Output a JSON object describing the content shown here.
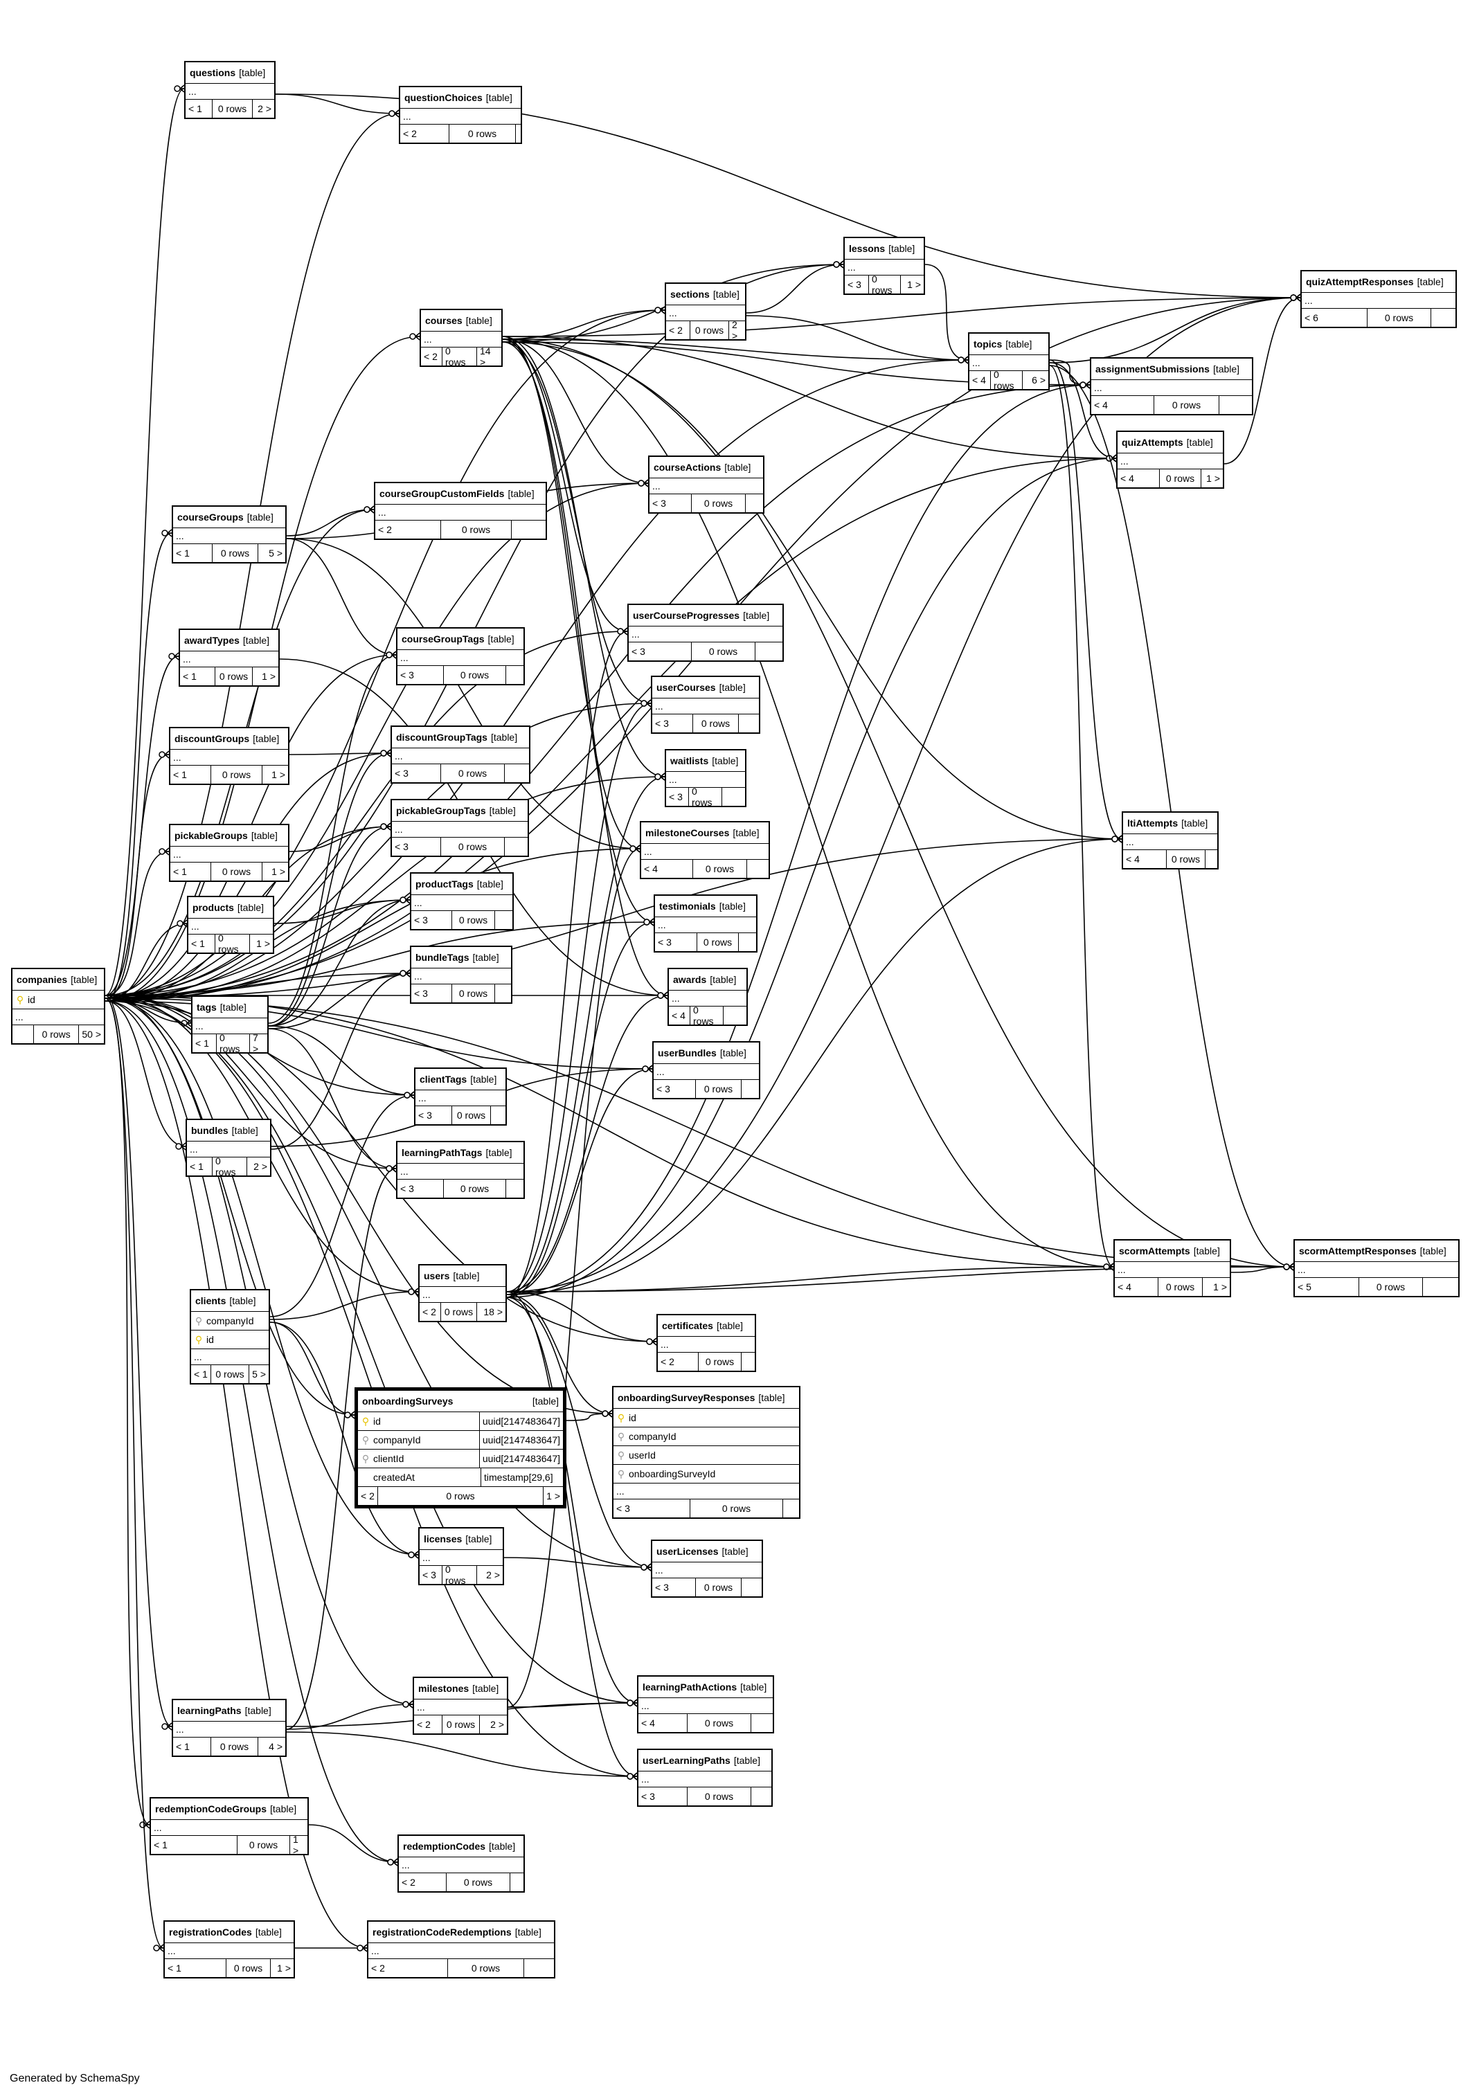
{
  "generator": "Generated by SchemaSpy",
  "table_type_label": "[table]",
  "tables": [
    {
      "id": "questions",
      "name": "questions",
      "fa": "< 1",
      "fb": "0 rows",
      "fc": "2 >"
    },
    {
      "id": "questionChoices",
      "name": "questionChoices",
      "fa": "< 2",
      "fb": "0 rows",
      "fc": ""
    },
    {
      "id": "lessons",
      "name": "lessons",
      "fa": "< 3",
      "fb": "0 rows",
      "fc": "1 >"
    },
    {
      "id": "sections",
      "name": "sections",
      "fa": "< 2",
      "fb": "0 rows",
      "fc": "2 >"
    },
    {
      "id": "courses",
      "name": "courses",
      "fa": "< 2",
      "fb": "0 rows",
      "fc": "14 >"
    },
    {
      "id": "topics",
      "name": "topics",
      "fa": "< 4",
      "fb": "0 rows",
      "fc": "6 >"
    },
    {
      "id": "quizAttemptResponses",
      "name": "quizAttemptResponses",
      "fa": "< 6",
      "fb": "0 rows",
      "fc": ""
    },
    {
      "id": "assignmentSubmissions",
      "name": "assignmentSubmissions",
      "fa": "< 4",
      "fb": "0 rows",
      "fc": ""
    },
    {
      "id": "quizAttempts",
      "name": "quizAttempts",
      "fa": "< 4",
      "fb": "0 rows",
      "fc": "1 >"
    },
    {
      "id": "courseActions",
      "name": "courseActions",
      "fa": "< 3",
      "fb": "0 rows",
      "fc": ""
    },
    {
      "id": "courseGroupCustomFields",
      "name": "courseGroupCustomFields",
      "fa": "< 2",
      "fb": "0 rows",
      "fc": ""
    },
    {
      "id": "courseGroups",
      "name": "courseGroups",
      "fa": "< 1",
      "fb": "0 rows",
      "fc": "5 >"
    },
    {
      "id": "userCourseProgresses",
      "name": "userCourseProgresses",
      "fa": "< 3",
      "fb": "0 rows",
      "fc": ""
    },
    {
      "id": "awardTypes",
      "name": "awardTypes",
      "fa": "< 1",
      "fb": "0 rows",
      "fc": "1 >"
    },
    {
      "id": "courseGroupTags",
      "name": "courseGroupTags",
      "fa": "< 3",
      "fb": "0 rows",
      "fc": ""
    },
    {
      "id": "userCourses",
      "name": "userCourses",
      "fa": "< 3",
      "fb": "0 rows",
      "fc": ""
    },
    {
      "id": "discountGroups",
      "name": "discountGroups",
      "fa": "< 1",
      "fb": "0 rows",
      "fc": "1 >"
    },
    {
      "id": "discountGroupTags",
      "name": "discountGroupTags",
      "fa": "< 3",
      "fb": "0 rows",
      "fc": ""
    },
    {
      "id": "waitlists",
      "name": "waitlists",
      "fa": "< 3",
      "fb": "0 rows",
      "fc": ""
    },
    {
      "id": "pickableGroupTags",
      "name": "pickableGroupTags",
      "fa": "< 3",
      "fb": "0 rows",
      "fc": ""
    },
    {
      "id": "milestoneCourses",
      "name": "milestoneCourses",
      "fa": "< 4",
      "fb": "0 rows",
      "fc": ""
    },
    {
      "id": "pickableGroups",
      "name": "pickableGroups",
      "fa": "< 1",
      "fb": "0 rows",
      "fc": "1 >"
    },
    {
      "id": "ltiAttempts",
      "name": "ltiAttempts",
      "fa": "< 4",
      "fb": "0 rows",
      "fc": ""
    },
    {
      "id": "productTags",
      "name": "productTags",
      "fa": "< 3",
      "fb": "0 rows",
      "fc": ""
    },
    {
      "id": "products",
      "name": "products",
      "fa": "< 1",
      "fb": "0 rows",
      "fc": "1 >"
    },
    {
      "id": "testimonials",
      "name": "testimonials",
      "fa": "< 3",
      "fb": "0 rows",
      "fc": ""
    },
    {
      "id": "bundleTags",
      "name": "bundleTags",
      "fa": "< 3",
      "fb": "0 rows",
      "fc": ""
    },
    {
      "id": "awards",
      "name": "awards",
      "fa": "< 4",
      "fb": "0 rows",
      "fc": ""
    },
    {
      "id": "tags",
      "name": "tags",
      "fa": "< 1",
      "fb": "0 rows",
      "fc": "7 >"
    },
    {
      "id": "userBundles",
      "name": "userBundles",
      "fa": "< 3",
      "fb": "0 rows",
      "fc": ""
    },
    {
      "id": "clientTags",
      "name": "clientTags",
      "fa": "< 3",
      "fb": "0 rows",
      "fc": ""
    },
    {
      "id": "bundles",
      "name": "bundles",
      "fa": "< 1",
      "fb": "0 rows",
      "fc": "2 >"
    },
    {
      "id": "learningPathTags",
      "name": "learningPathTags",
      "fa": "< 3",
      "fb": "0 rows",
      "fc": ""
    },
    {
      "id": "scormAttempts",
      "name": "scormAttempts",
      "fa": "< 4",
      "fb": "0 rows",
      "fc": "1 >"
    },
    {
      "id": "scormAttemptResponses",
      "name": "scormAttemptResponses",
      "fa": "< 5",
      "fb": "0 rows",
      "fc": ""
    },
    {
      "id": "users",
      "name": "users",
      "fa": "< 2",
      "fb": "0 rows",
      "fc": "18 >"
    },
    {
      "id": "certificates",
      "name": "certificates",
      "fa": "< 2",
      "fb": "0 rows",
      "fc": ""
    },
    {
      "id": "licenses",
      "name": "licenses",
      "fa": "< 3",
      "fb": "0 rows",
      "fc": "2 >"
    },
    {
      "id": "userLicenses",
      "name": "userLicenses",
      "fa": "< 3",
      "fb": "0 rows",
      "fc": ""
    },
    {
      "id": "milestones",
      "name": "milestones",
      "fa": "< 2",
      "fb": "0 rows",
      "fc": "2 >"
    },
    {
      "id": "learningPathActions",
      "name": "learningPathActions",
      "fa": "< 4",
      "fb": "0 rows",
      "fc": ""
    },
    {
      "id": "learningPaths",
      "name": "learningPaths",
      "fa": "< 1",
      "fb": "0 rows",
      "fc": "4 >"
    },
    {
      "id": "userLearningPaths",
      "name": "userLearningPaths",
      "fa": "< 3",
      "fb": "0 rows",
      "fc": ""
    },
    {
      "id": "redemptionCodeGroups",
      "name": "redemptionCodeGroups",
      "fa": "< 1",
      "fb": "0 rows",
      "fc": "1 >"
    },
    {
      "id": "redemptionCodes",
      "name": "redemptionCodes",
      "fa": "< 2",
      "fb": "0 rows",
      "fc": ""
    },
    {
      "id": "registrationCodes",
      "name": "registrationCodes",
      "fa": "< 1",
      "fb": "0 rows",
      "fc": "1 >"
    },
    {
      "id": "registrationCodeRedemptions",
      "name": "registrationCodeRedemptions",
      "fa": "< 2",
      "fb": "0 rows",
      "fc": ""
    }
  ],
  "companies": {
    "name": "companies",
    "col": "id",
    "ellipsis": "...",
    "fa": "",
    "fb": "0 rows",
    "fc": "50 >"
  },
  "clients": {
    "name": "clients",
    "cols": [
      "companyId",
      "id"
    ],
    "ellipsis": "...",
    "fa": "< 1",
    "fb": "0 rows",
    "fc": "5 >"
  },
  "onboardingSurveys": {
    "name": "onboardingSurveys",
    "cols": [
      {
        "key": "pk",
        "name": "id",
        "type": "uuid[2147483647]"
      },
      {
        "key": "fk",
        "name": "companyId",
        "type": "uuid[2147483647]"
      },
      {
        "key": "fk",
        "name": "clientId",
        "type": "uuid[2147483647]"
      },
      {
        "key": "",
        "name": "createdAt",
        "type": "timestamp[29,6]"
      }
    ],
    "fa": "< 2",
    "fb": "0 rows",
    "fc": "1 >"
  },
  "onboardingSurveyResponses": {
    "name": "onboardingSurveyResponses",
    "cols": [
      {
        "key": "pk",
        "name": "id"
      },
      {
        "key": "fk",
        "name": "companyId"
      },
      {
        "key": "fk",
        "name": "userId"
      },
      {
        "key": "fk",
        "name": "onboardingSurveyId"
      }
    ],
    "ellipsis": "...",
    "fa": "< 3",
    "fb": "0 rows",
    "fc": ""
  },
  "ellipsis": "..."
}
